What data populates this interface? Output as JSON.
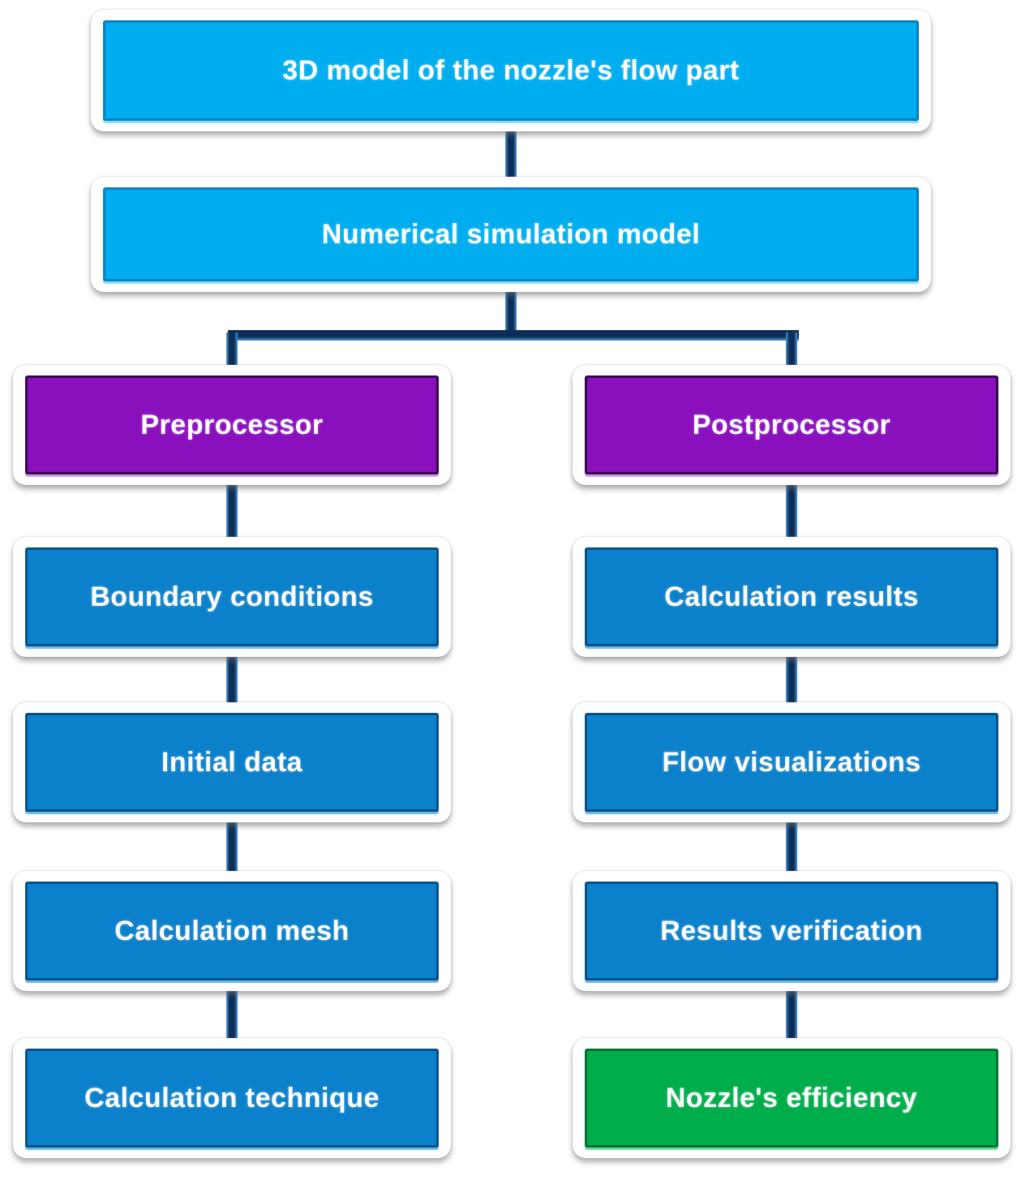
{
  "diagram_type": "flowchart",
  "colors": {
    "cyan": "#00AEEF",
    "blue": "#0C81CB",
    "purple": "#8A10BE",
    "green": "#00AD4B",
    "connector": "#0B2D56",
    "connector_edge": "#4E94D6",
    "text": "#FFFFFF",
    "card_background": "#FFFFFF"
  },
  "nodes": {
    "model3d": {
      "label": "3D model of the nozzle's flow part",
      "type": "cyan"
    },
    "numsim": {
      "label": "Numerical simulation model",
      "type": "cyan"
    },
    "preprocessor": {
      "label": "Preprocessor",
      "type": "purple"
    },
    "boundary": {
      "label": "Boundary conditions",
      "type": "blue"
    },
    "initial": {
      "label": "Initial data",
      "type": "blue"
    },
    "mesh": {
      "label": "Calculation mesh",
      "type": "blue"
    },
    "technique": {
      "label": "Calculation technique",
      "type": "blue"
    },
    "postprocessor": {
      "label": "Postprocessor",
      "type": "purple"
    },
    "results": {
      "label": "Calculation results",
      "type": "blue"
    },
    "flowvis": {
      "label": "Flow visualizations",
      "type": "blue"
    },
    "verification": {
      "label": "Results verification",
      "type": "blue"
    },
    "efficiency": {
      "label": "Nozzle's efficiency",
      "type": "green"
    }
  },
  "edges": [
    [
      "model3d",
      "numsim"
    ],
    [
      "numsim",
      "preprocessor"
    ],
    [
      "numsim",
      "postprocessor"
    ],
    [
      "preprocessor",
      "boundary"
    ],
    [
      "boundary",
      "initial"
    ],
    [
      "initial",
      "mesh"
    ],
    [
      "mesh",
      "technique"
    ],
    [
      "postprocessor",
      "results"
    ],
    [
      "results",
      "flowvis"
    ],
    [
      "flowvis",
      "verification"
    ],
    [
      "verification",
      "efficiency"
    ]
  ]
}
